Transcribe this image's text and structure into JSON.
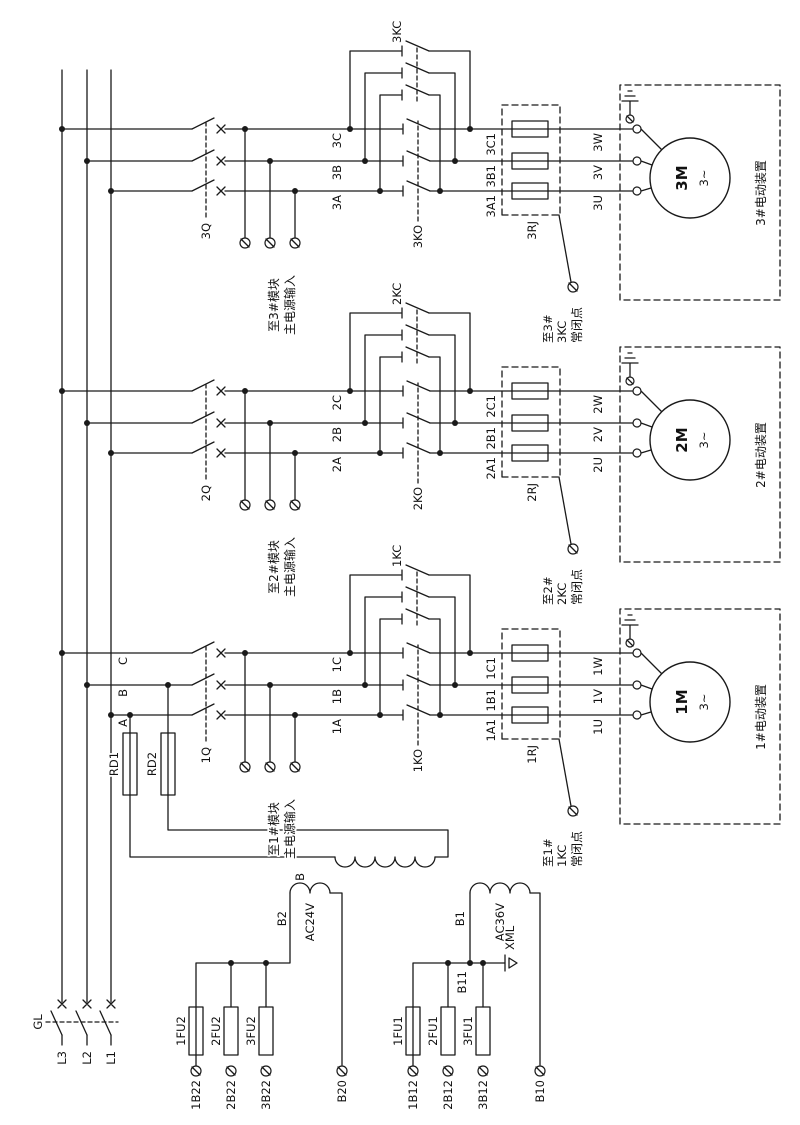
{
  "colors": {
    "ink": "#1a1a1a",
    "paper": "#ffffff"
  },
  "power": {
    "lines": [
      "L3",
      "L2",
      "L1"
    ],
    "main_switch": "GL",
    "phase_markers": [
      "A",
      "B",
      "C"
    ]
  },
  "circuits": [
    {
      "q": "1Q",
      "contact_ko": "1KO",
      "contactor": "1KC",
      "relay": "1RJ",
      "wires": {
        "a": "1A",
        "b": "1B",
        "c": "1C",
        "a1": "1A1",
        "b1": "1B1",
        "c1": "1C1",
        "u": "1U",
        "v": "1V",
        "w": "1W"
      },
      "motor": "1M",
      "motor_phases": "3~",
      "device": "1#电动装置",
      "feed_line1": "至1#模块",
      "feed_line2": "主电源输入",
      "nc_line1": "至1#",
      "nc_line2": "1KC",
      "nc_line3": "常闭点"
    },
    {
      "q": "2Q",
      "contact_ko": "2KO",
      "contactor": "2KC",
      "relay": "2RJ",
      "wires": {
        "a": "2A",
        "b": "2B",
        "c": "2C",
        "a1": "2A1",
        "b1": "2B1",
        "c1": "2C1",
        "u": "2U",
        "v": "2V",
        "w": "2W"
      },
      "motor": "2M",
      "motor_phases": "3~",
      "device": "2#电动装置",
      "feed_line1": "至2#模块",
      "feed_line2": "主电源输入",
      "nc_line1": "至2#",
      "nc_line2": "2KC",
      "nc_line3": "常闭点"
    },
    {
      "q": "3Q",
      "contact_ko": "3KO",
      "contactor": "3KC",
      "relay": "3RJ",
      "wires": {
        "a": "3A",
        "b": "3B",
        "c": "3C",
        "a1": "3A1",
        "b1": "3B1",
        "c1": "3C1",
        "u": "3U",
        "v": "3V",
        "w": "3W"
      },
      "motor": "3M",
      "motor_phases": "3~",
      "device": "3#电动装置",
      "feed_line1": "至3#模块",
      "feed_line2": "主电源输入",
      "nc_line1": "至3#",
      "nc_line2": "3KC",
      "nc_line3": "常闭点"
    }
  ],
  "control": {
    "rd1": "RD1",
    "rd2": "RD2",
    "transformer": "B",
    "secondary24": {
      "label": "B2",
      "voltage": "AC24V",
      "fuses": [
        "1FU2",
        "2FU2",
        "3FU2"
      ],
      "terminals": [
        "1B22",
        "2B22",
        "3B22"
      ],
      "return_terminal": "B20"
    },
    "secondary36": {
      "label": "B1",
      "voltage": "AC36V",
      "fuses": [
        "1FU1",
        "2FU1",
        "3FU1"
      ],
      "terminals": [
        "1B12",
        "2B12",
        "3B12"
      ],
      "return_terminal": "B10",
      "socket": "XML",
      "wire": "B11"
    }
  }
}
